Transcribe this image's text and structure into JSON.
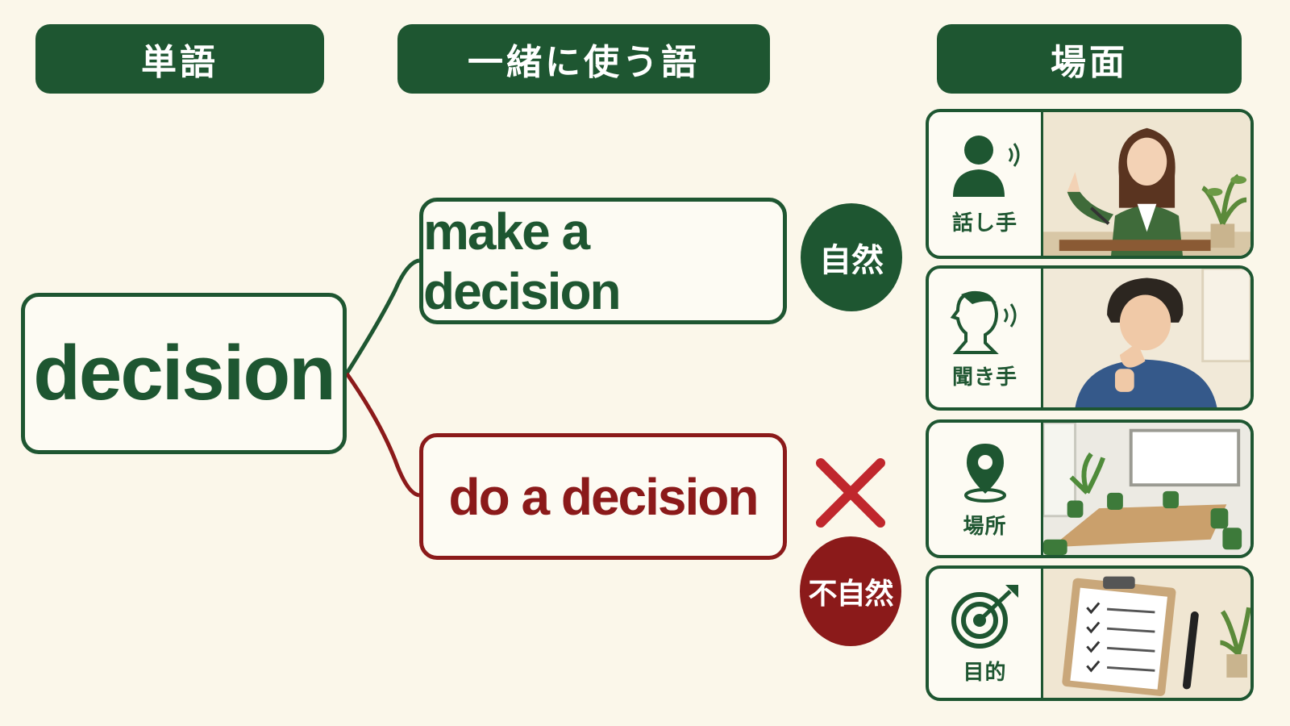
{
  "headers": {
    "word": "単語",
    "collocation": "一緒に使う語",
    "scene": "場面"
  },
  "word": "decision",
  "collocations": [
    {
      "phrase": "make a decision",
      "judgement": "自然",
      "status": "natural",
      "color": "#1e5631"
    },
    {
      "phrase": "do a decision",
      "judgement": "不自然",
      "status": "unnatural",
      "color": "#8b1a1a"
    }
  ],
  "scenes": [
    {
      "label": "話し手",
      "icon": "speaker-icon",
      "picture": "woman-speaking-at-podium"
    },
    {
      "label": "聞き手",
      "icon": "listener-icon",
      "picture": "man-listening-thinking"
    },
    {
      "label": "場所",
      "icon": "location-pin-icon",
      "picture": "meeting-room"
    },
    {
      "label": "目的",
      "icon": "target-icon",
      "picture": "clipboard-checklist"
    }
  ],
  "colors": {
    "green": "#1e5631",
    "red": "#8b1a1a",
    "background": "#fbf7ea"
  }
}
